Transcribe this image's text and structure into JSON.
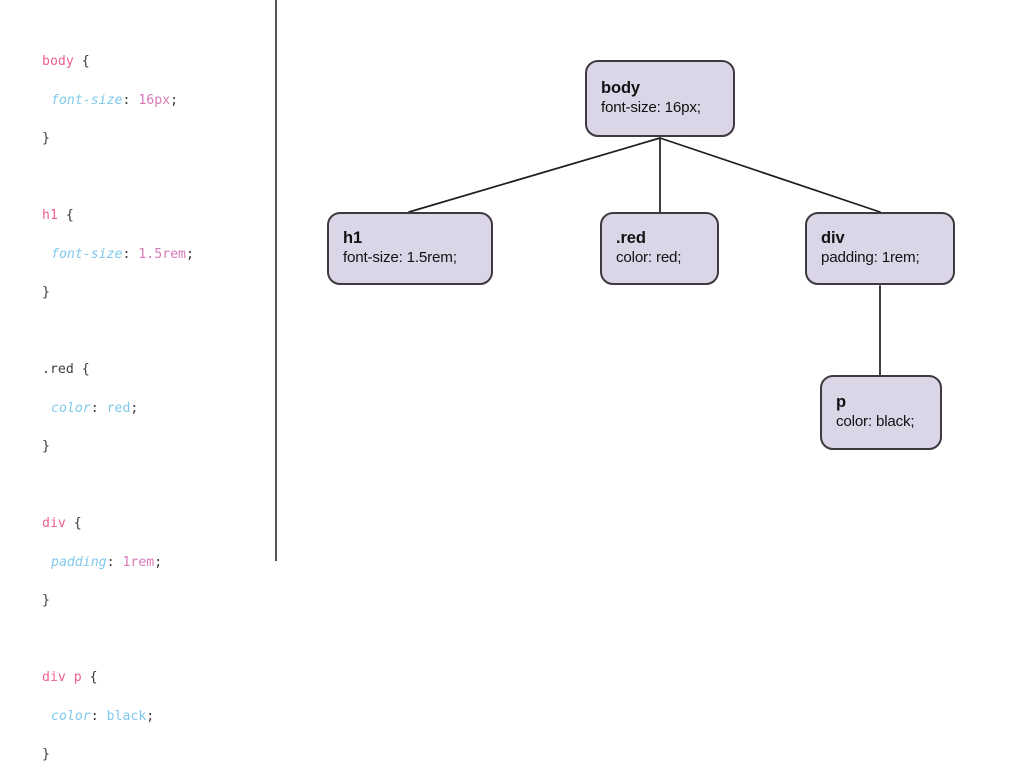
{
  "css_code": {
    "language": "css",
    "rules": [
      {
        "selector": "body",
        "selector_type": "element",
        "declarations": [
          {
            "property": "font-size",
            "value": "16px",
            "value_type": "numeric"
          }
        ]
      },
      {
        "selector": "h1",
        "selector_type": "element",
        "declarations": [
          {
            "property": "font-size",
            "value": "1.5rem",
            "value_type": "numeric"
          }
        ]
      },
      {
        "selector": ".red",
        "selector_type": "class",
        "declarations": [
          {
            "property": "color",
            "value": "red",
            "value_type": "keyword"
          }
        ]
      },
      {
        "selector": "div",
        "selector_type": "element",
        "declarations": [
          {
            "property": "padding",
            "value": "1rem",
            "value_type": "numeric"
          }
        ]
      },
      {
        "selector": "div p",
        "selector_type": "element",
        "declarations": [
          {
            "property": "color",
            "value": "black",
            "value_type": "keyword"
          }
        ]
      }
    ],
    "punctuation": {
      "open_brace": "{",
      "close_brace": "}",
      "colon": ":",
      "semicolon": ";",
      "space": " "
    }
  },
  "tree": {
    "nodes": [
      {
        "id": "body",
        "title": "body",
        "declaration": "font-size: 16px;"
      },
      {
        "id": "h1",
        "title": "h1",
        "declaration": "font-size: 1.5rem;"
      },
      {
        "id": "red",
        "title": ".red",
        "declaration": "color: red;"
      },
      {
        "id": "div",
        "title": "div",
        "declaration": "padding: 1rem;"
      },
      {
        "id": "p",
        "title": "p",
        "declaration": "color: black;"
      }
    ],
    "edges": [
      {
        "from": "body",
        "to": "h1"
      },
      {
        "from": "body",
        "to": "red"
      },
      {
        "from": "body",
        "to": "div"
      },
      {
        "from": "div",
        "to": "p"
      }
    ]
  },
  "colors": {
    "background": "#ffffff",
    "divider": "#555555",
    "node_fill": "#dbd5e8",
    "node_border": "#40393f",
    "node_text": "#121212",
    "edge": "#1d1d1d",
    "code_selector_element": "#ec5f8e",
    "code_selector_class": "#3f3f3f",
    "code_property": "#7fc9ec",
    "code_value_numeric": "#d87ab8",
    "code_value_keyword": "#7fc9ec",
    "code_punctuation": "#3a3a3a"
  }
}
